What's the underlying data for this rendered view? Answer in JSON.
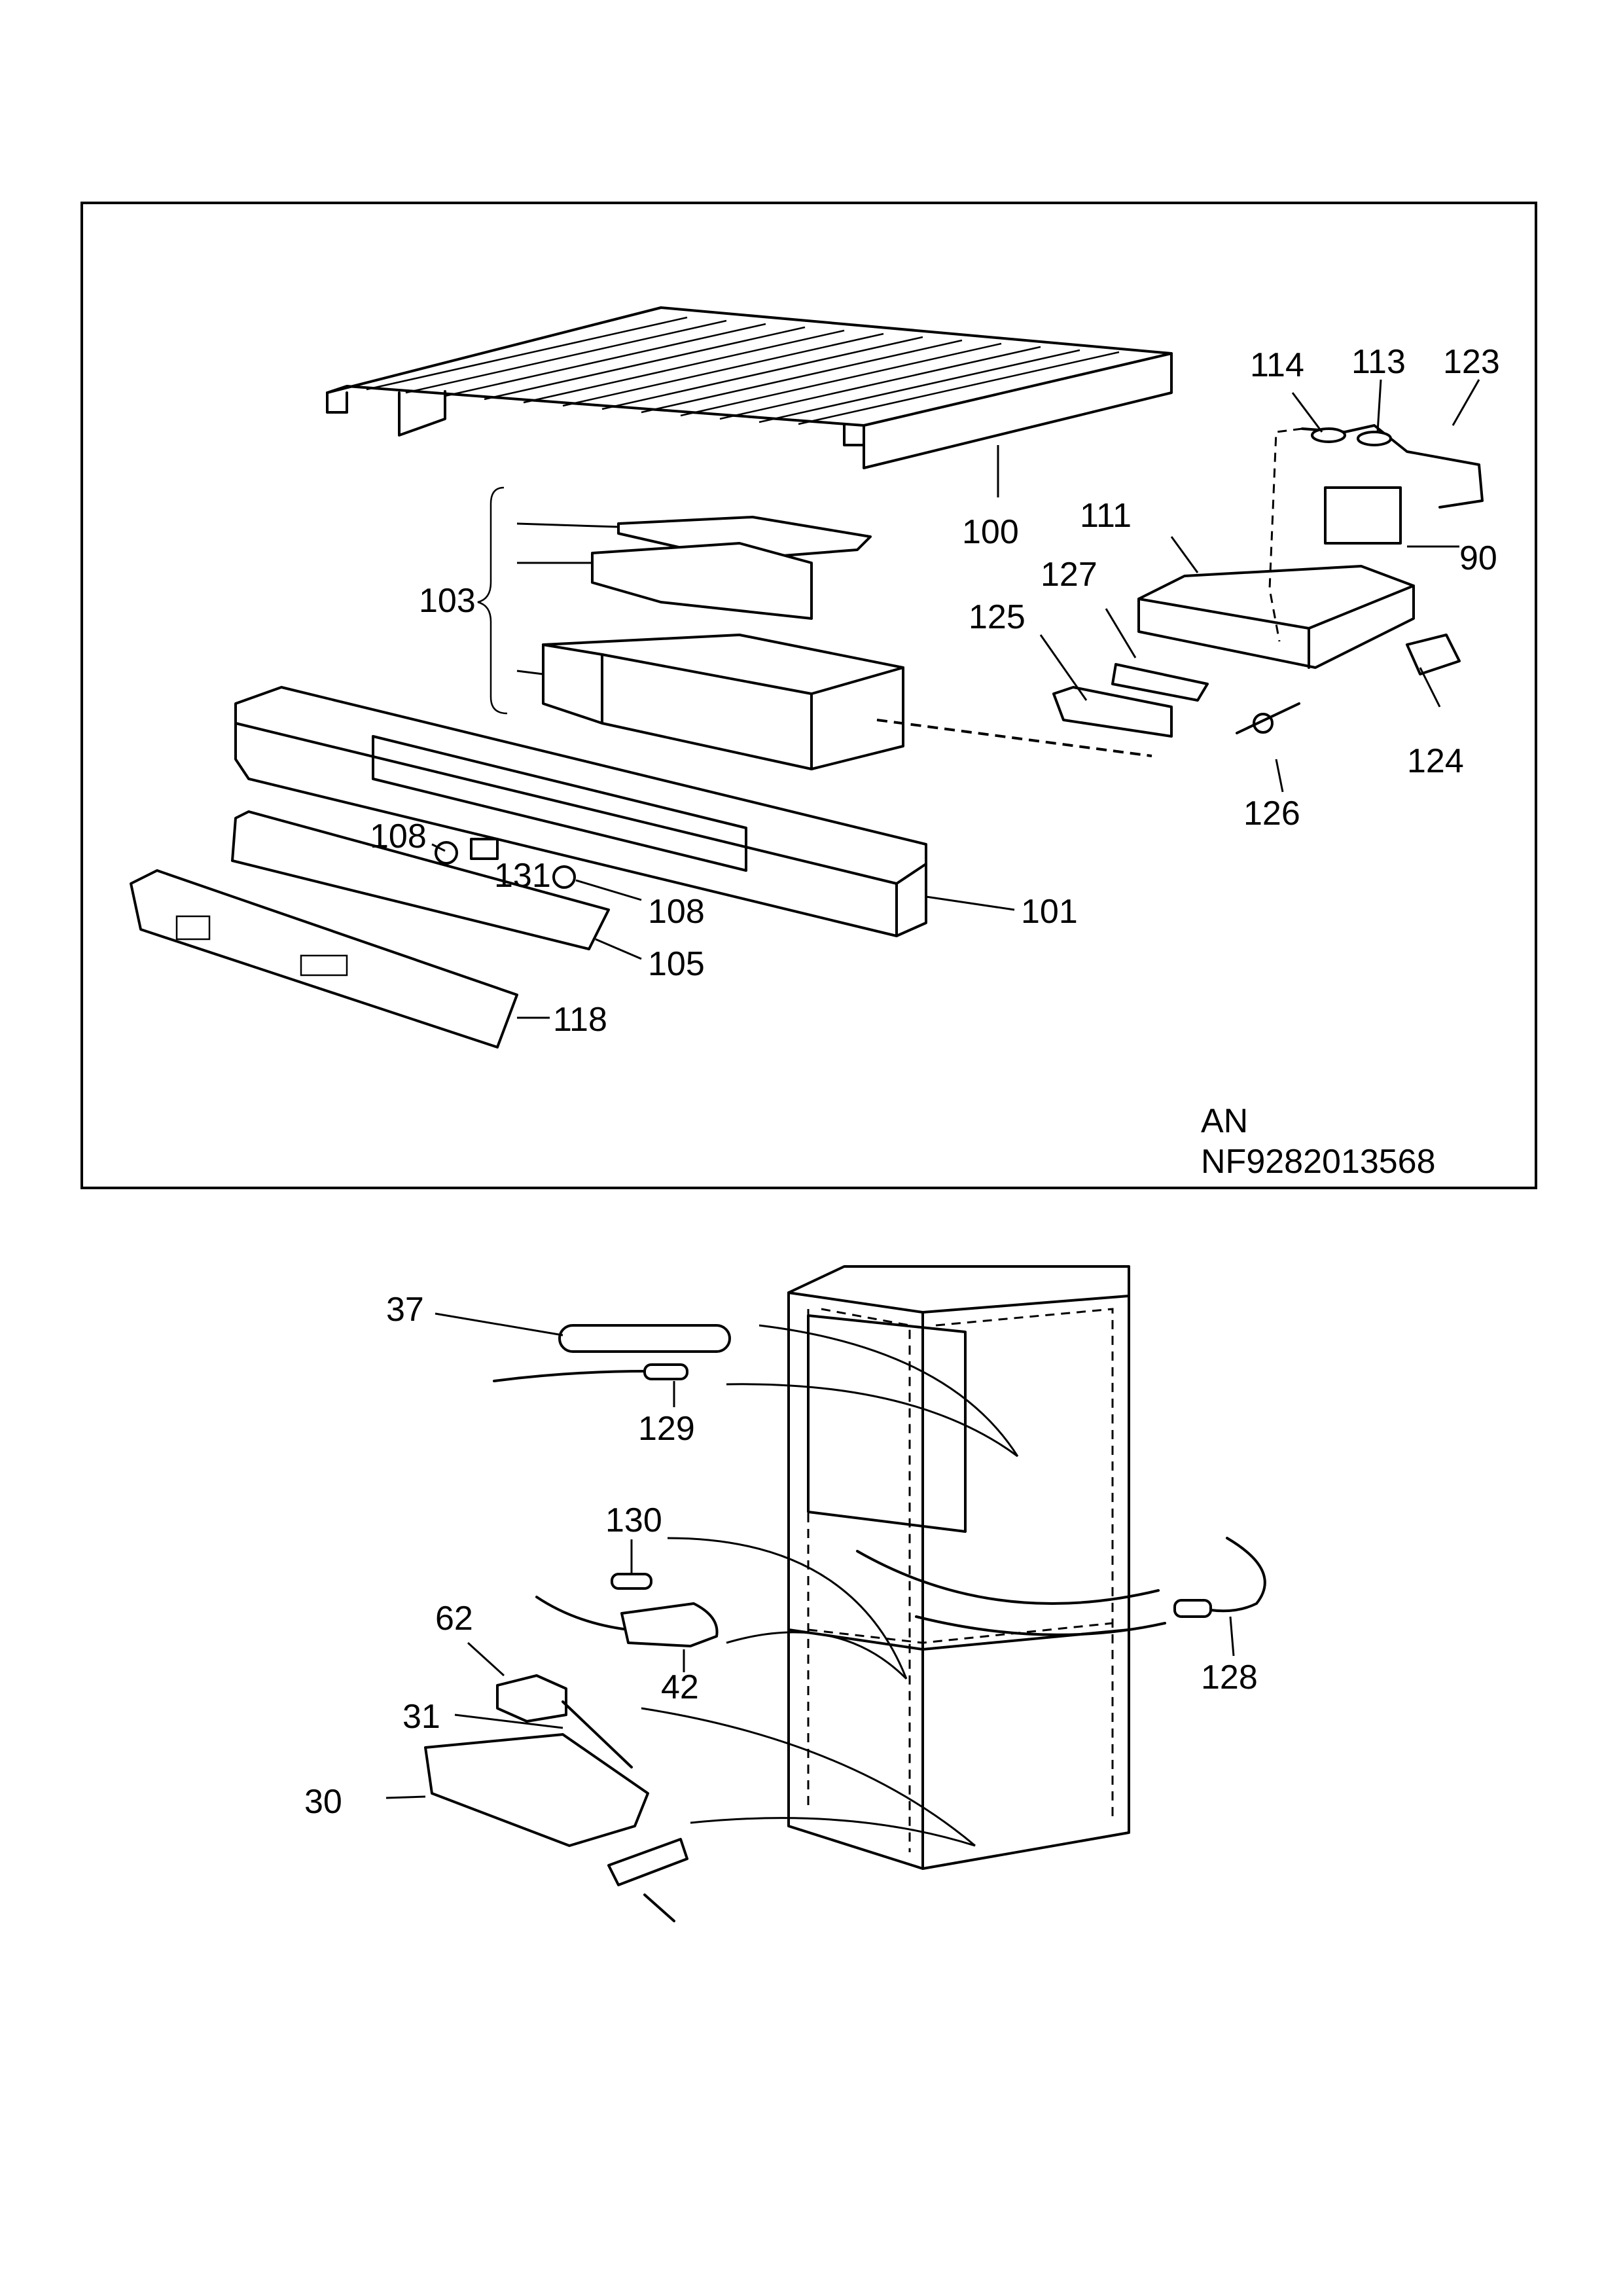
{
  "drawing": {
    "code_line1": "AN",
    "code_line2": "NF9282013568"
  },
  "callouts": {
    "p100": "100",
    "p101": "101",
    "p103": "103",
    "p105": "105",
    "p108a": "108",
    "p108b": "108",
    "p111": "111",
    "p113": "113",
    "p114": "114",
    "p118": "118",
    "p123": "123",
    "p124": "124",
    "p125": "125",
    "p126": "126",
    "p127": "127",
    "p131": "131",
    "p90": "90",
    "p37": "37",
    "p129": "129",
    "p130": "130",
    "p42": "42",
    "p62": "62",
    "p31": "31",
    "p30": "30",
    "p128": "128"
  }
}
